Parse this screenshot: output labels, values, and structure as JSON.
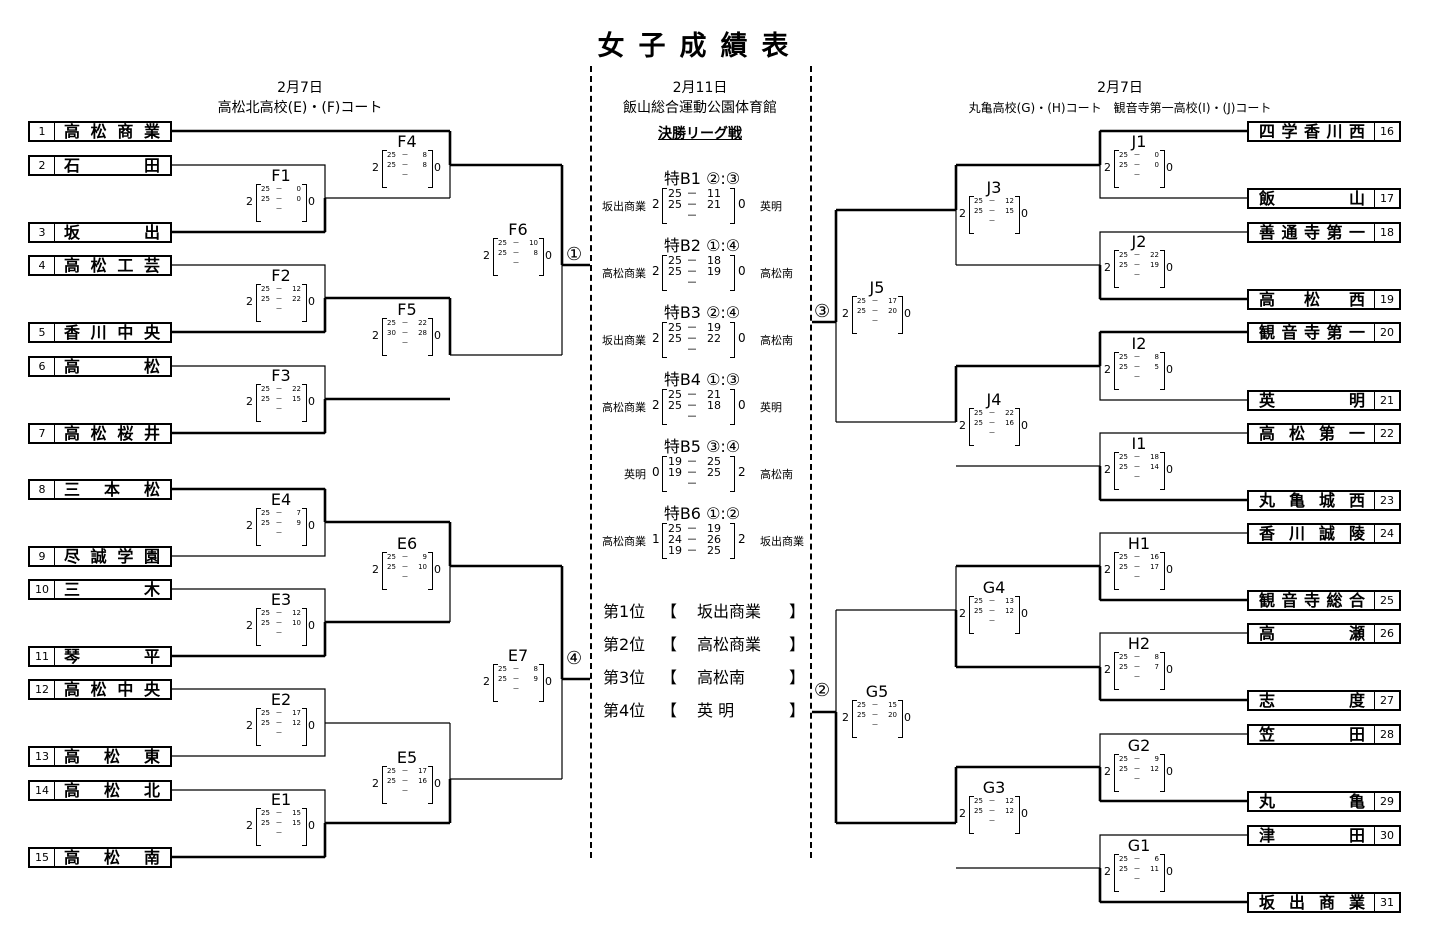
{
  "title": "女子成績表",
  "headers": {
    "left_date": "2月7日",
    "left_venue": "高松北高校(E)・(F)コート",
    "center_date": "2月11日",
    "center_venue": "飯山総合運動公園体育館",
    "center_sub": "決勝リーグ戦",
    "right_date": "2月7日",
    "right_venue": "丸亀高校(G)・(H)コート　観音寺第一高校(I)・(J)コート"
  },
  "left_teams": [
    {
      "num": "1",
      "name": "高松商業"
    },
    {
      "num": "2",
      "name": "石田"
    },
    {
      "num": "3",
      "name": "坂出"
    },
    {
      "num": "4",
      "name": "高松工芸"
    },
    {
      "num": "5",
      "name": "香川中央"
    },
    {
      "num": "6",
      "name": "高松"
    },
    {
      "num": "7",
      "name": "高松桜井"
    },
    {
      "num": "8",
      "name": "三本松"
    },
    {
      "num": "9",
      "name": "尽誠学園"
    },
    {
      "num": "10",
      "name": "三木"
    },
    {
      "num": "11",
      "name": "琴平"
    },
    {
      "num": "12",
      "name": "高松中央"
    },
    {
      "num": "13",
      "name": "高松東"
    },
    {
      "num": "14",
      "name": "高松北"
    },
    {
      "num": "15",
      "name": "高松南"
    }
  ],
  "right_teams": [
    {
      "num": "16",
      "name": "四学香川西"
    },
    {
      "num": "17",
      "name": "飯山"
    },
    {
      "num": "18",
      "name": "善通寺第一"
    },
    {
      "num": "19",
      "name": "高松西"
    },
    {
      "num": "20",
      "name": "観音寺第一"
    },
    {
      "num": "21",
      "name": "英明"
    },
    {
      "num": "22",
      "name": "高松第一"
    },
    {
      "num": "23",
      "name": "丸亀城西"
    },
    {
      "num": "24",
      "name": "香川誠陵"
    },
    {
      "num": "25",
      "name": "観音寺総合"
    },
    {
      "num": "26",
      "name": "高瀬"
    },
    {
      "num": "27",
      "name": "志度"
    },
    {
      "num": "28",
      "name": "笠田"
    },
    {
      "num": "29",
      "name": "丸亀"
    },
    {
      "num": "30",
      "name": "津田"
    },
    {
      "num": "31",
      "name": "坂出商業"
    }
  ],
  "matches": [
    {
      "label": "F1",
      "sets": [
        [
          "25",
          "0"
        ],
        [
          "25",
          "0"
        ],
        [
          "",
          ""
        ]
      ],
      "win": "2",
      "lose": "0"
    },
    {
      "label": "F2",
      "sets": [
        [
          "25",
          "12"
        ],
        [
          "25",
          "22"
        ],
        [
          "",
          ""
        ]
      ],
      "win": "2",
      "lose": "0"
    },
    {
      "label": "F3",
      "sets": [
        [
          "25",
          "22"
        ],
        [
          "25",
          "15"
        ],
        [
          "",
          ""
        ]
      ],
      "win": "2",
      "lose": "0"
    },
    {
      "label": "F4",
      "sets": [
        [
          "25",
          "8"
        ],
        [
          "25",
          "8"
        ],
        [
          "",
          ""
        ]
      ],
      "win": "2",
      "lose": "0"
    },
    {
      "label": "F5",
      "sets": [
        [
          "25",
          "22"
        ],
        [
          "30",
          "28"
        ],
        [
          "",
          ""
        ]
      ],
      "win": "2",
      "lose": "0"
    },
    {
      "label": "F6",
      "sets": [
        [
          "25",
          "10"
        ],
        [
          "25",
          "8"
        ],
        [
          "",
          ""
        ]
      ],
      "win": "2",
      "lose": "0"
    },
    {
      "label": "E4",
      "sets": [
        [
          "25",
          "7"
        ],
        [
          "25",
          "9"
        ],
        [
          "",
          ""
        ]
      ],
      "win": "2",
      "lose": "0"
    },
    {
      "label": "E3",
      "sets": [
        [
          "25",
          "12"
        ],
        [
          "25",
          "10"
        ],
        [
          "",
          ""
        ]
      ],
      "win": "2",
      "lose": "0"
    },
    {
      "label": "E2",
      "sets": [
        [
          "25",
          "17"
        ],
        [
          "25",
          "12"
        ],
        [
          "",
          ""
        ]
      ],
      "win": "2",
      "lose": "0"
    },
    {
      "label": "E1",
      "sets": [
        [
          "25",
          "15"
        ],
        [
          "25",
          "15"
        ],
        [
          "",
          ""
        ]
      ],
      "win": "2",
      "lose": "0"
    },
    {
      "label": "E6",
      "sets": [
        [
          "25",
          "9"
        ],
        [
          "25",
          "10"
        ],
        [
          "",
          ""
        ]
      ],
      "win": "2",
      "lose": "0"
    },
    {
      "label": "E5",
      "sets": [
        [
          "25",
          "17"
        ],
        [
          "25",
          "16"
        ],
        [
          "",
          ""
        ]
      ],
      "win": "2",
      "lose": "0"
    },
    {
      "label": "E7",
      "sets": [
        [
          "25",
          "8"
        ],
        [
          "25",
          "9"
        ],
        [
          "",
          ""
        ]
      ],
      "win": "2",
      "lose": "0"
    },
    {
      "label": "J1",
      "sets": [
        [
          "25",
          "0"
        ],
        [
          "25",
          "0"
        ],
        [
          "",
          ""
        ]
      ],
      "win": "2",
      "lose": "0"
    },
    {
      "label": "J2",
      "sets": [
        [
          "25",
          "22"
        ],
        [
          "25",
          "19"
        ],
        [
          "",
          ""
        ]
      ],
      "win": "2",
      "lose": "0"
    },
    {
      "label": "J3",
      "sets": [
        [
          "25",
          "12"
        ],
        [
          "25",
          "15"
        ],
        [
          "",
          ""
        ]
      ],
      "win": "2",
      "lose": "0"
    },
    {
      "label": "I2",
      "sets": [
        [
          "25",
          "8"
        ],
        [
          "25",
          "5"
        ],
        [
          "",
          ""
        ]
      ],
      "win": "2",
      "lose": "0"
    },
    {
      "label": "I1",
      "sets": [
        [
          "25",
          "18"
        ],
        [
          "25",
          "14"
        ],
        [
          "",
          ""
        ]
      ],
      "win": "2",
      "lose": "0"
    },
    {
      "label": "J4",
      "sets": [
        [
          "25",
          "22"
        ],
        [
          "25",
          "16"
        ],
        [
          "",
          ""
        ]
      ],
      "win": "2",
      "lose": "0"
    },
    {
      "label": "J5",
      "sets": [
        [
          "25",
          "17"
        ],
        [
          "25",
          "20"
        ],
        [
          "",
          ""
        ]
      ],
      "win": "2",
      "lose": "0"
    },
    {
      "label": "H1",
      "sets": [
        [
          "25",
          "16"
        ],
        [
          "25",
          "17"
        ],
        [
          "",
          ""
        ]
      ],
      "win": "2",
      "lose": "0"
    },
    {
      "label": "H2",
      "sets": [
        [
          "25",
          "8"
        ],
        [
          "25",
          "7"
        ],
        [
          "",
          ""
        ]
      ],
      "win": "2",
      "lose": "0"
    },
    {
      "label": "G4",
      "sets": [
        [
          "25",
          "13"
        ],
        [
          "25",
          "12"
        ],
        [
          "",
          ""
        ]
      ],
      "win": "2",
      "lose": "0"
    },
    {
      "label": "G2",
      "sets": [
        [
          "25",
          "9"
        ],
        [
          "25",
          "12"
        ],
        [
          "",
          ""
        ]
      ],
      "win": "2",
      "lose": "0"
    },
    {
      "label": "G1",
      "sets": [
        [
          "25",
          "6"
        ],
        [
          "25",
          "11"
        ],
        [
          "",
          ""
        ]
      ],
      "win": "2",
      "lose": "0"
    },
    {
      "label": "G3",
      "sets": [
        [
          "25",
          "12"
        ],
        [
          "25",
          "12"
        ],
        [
          "",
          ""
        ]
      ],
      "win": "2",
      "lose": "0"
    },
    {
      "label": "G5",
      "sets": [
        [
          "25",
          "15"
        ],
        [
          "25",
          "20"
        ],
        [
          "",
          ""
        ]
      ],
      "win": "2",
      "lose": "0"
    }
  ],
  "seeds": [
    "①",
    "④",
    "③",
    "②"
  ],
  "round_robin": [
    {
      "label": "特B1 ②:③",
      "left_team": "坂出商業",
      "right_team": "英明",
      "left_sets": "2",
      "right_sets": "0",
      "sets": [
        [
          "25",
          "11"
        ],
        [
          "25",
          "21"
        ],
        [
          "",
          ""
        ]
      ]
    },
    {
      "label": "特B2 ①:④",
      "left_team": "高松商業",
      "right_team": "高松南",
      "left_sets": "2",
      "right_sets": "0",
      "sets": [
        [
          "25",
          "18"
        ],
        [
          "25",
          "19"
        ],
        [
          "",
          ""
        ]
      ]
    },
    {
      "label": "特B3 ②:④",
      "left_team": "坂出商業",
      "right_team": "高松南",
      "left_sets": "2",
      "right_sets": "0",
      "sets": [
        [
          "25",
          "19"
        ],
        [
          "25",
          "22"
        ],
        [
          "",
          ""
        ]
      ]
    },
    {
      "label": "特B4 ①:③",
      "left_team": "高松商業",
      "right_team": "英明",
      "left_sets": "2",
      "right_sets": "0",
      "sets": [
        [
          "25",
          "21"
        ],
        [
          "25",
          "18"
        ],
        [
          "",
          ""
        ]
      ]
    },
    {
      "label": "特B5 ③:④",
      "left_team": "英明",
      "right_team": "高松南",
      "left_sets": "0",
      "right_sets": "2",
      "sets": [
        [
          "19",
          "25"
        ],
        [
          "19",
          "25"
        ],
        [
          "",
          ""
        ]
      ]
    },
    {
      "label": "特B6 ①:②",
      "left_team": "高松商業",
      "right_team": "坂出商業",
      "left_sets": "1",
      "right_sets": "2",
      "sets": [
        [
          "25",
          "19"
        ],
        [
          "24",
          "26"
        ],
        [
          "19",
          "25"
        ]
      ]
    }
  ],
  "rankings": [
    {
      "place": "第1位",
      "open": "【",
      "team": "坂出商業",
      "close": "】"
    },
    {
      "place": "第2位",
      "open": "【",
      "team": "高松商業",
      "close": "】"
    },
    {
      "place": "第3位",
      "open": "【",
      "team": "高松南",
      "close": "】"
    },
    {
      "place": "第4位",
      "open": "【",
      "team": "英 明",
      "close": "】"
    }
  ]
}
